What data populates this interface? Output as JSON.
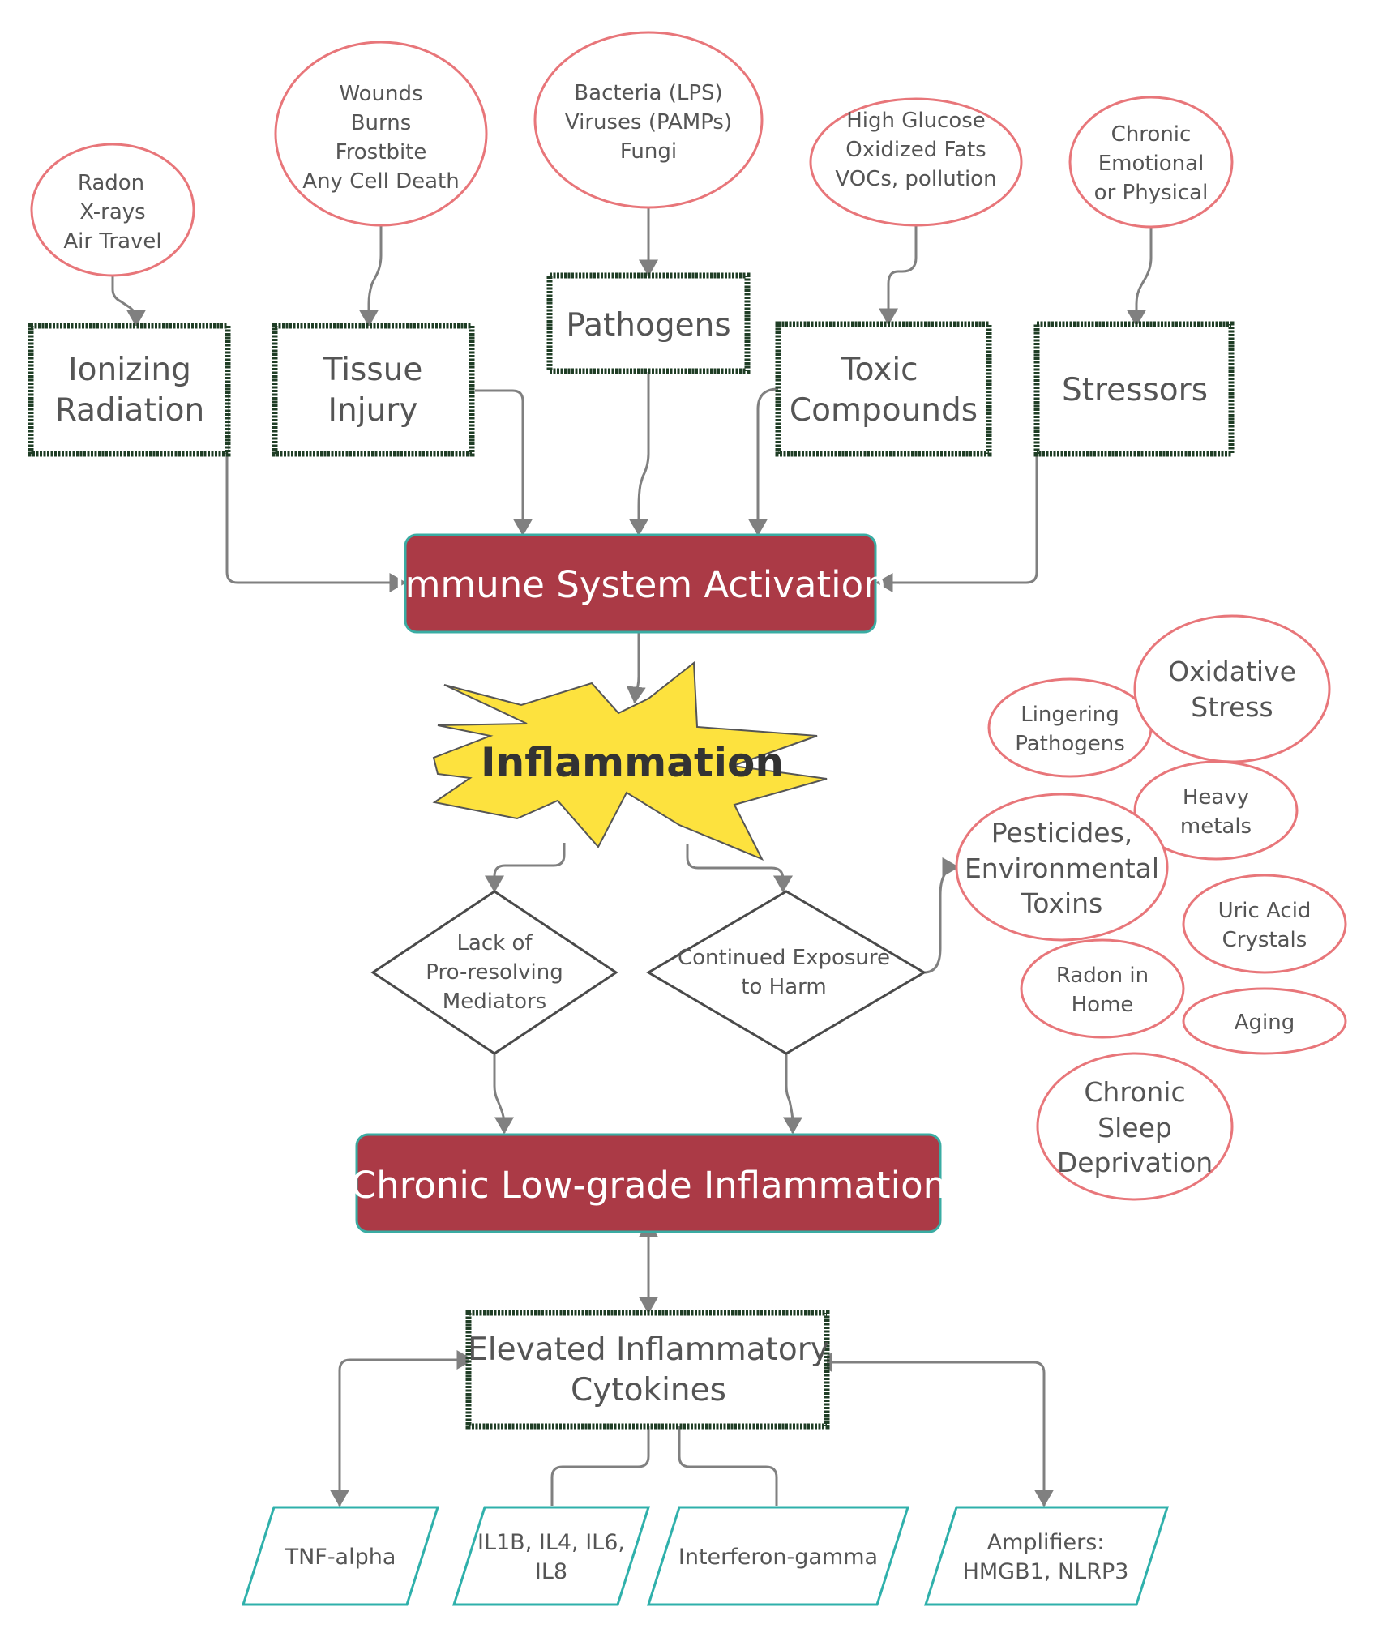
{
  "sources": {
    "radiation_examples": [
      "Radon",
      "X-rays",
      "Air Travel"
    ],
    "injury_examples": [
      "Wounds",
      "Burns",
      "Frostbite",
      "Any Cell Death"
    ],
    "pathogen_examples": [
      "Bacteria (LPS)",
      "Viruses (PAMPs)",
      "Fungi"
    ],
    "toxic_examples": [
      "High Glucose",
      "Oxidized Fats",
      "VOCs, pollution"
    ],
    "stressor_examples": [
      "Chronic",
      "Emotional",
      "or Physical"
    ]
  },
  "triggers": {
    "ionizing_radiation": [
      "Ionizing",
      "Radiation"
    ],
    "tissue_injury": [
      "Tissue",
      "Injury"
    ],
    "pathogens": [
      "Pathogens"
    ],
    "toxic_compounds": [
      "Toxic",
      "Compounds"
    ],
    "stressors": [
      "Stressors"
    ]
  },
  "immune_activation": "Immune System Activation",
  "inflammation": "Inflammation",
  "decisions": {
    "lack_mediators": [
      "Lack of",
      "Pro-resolving",
      "Mediators"
    ],
    "continued_exposure": [
      "Continued Exposure",
      "to Harm"
    ]
  },
  "harms": {
    "lingering_pathogens": [
      "Lingering",
      "Pathogens"
    ],
    "oxidative_stress": [
      "Oxidative",
      "Stress"
    ],
    "heavy_metals": [
      "Heavy",
      "metals"
    ],
    "pesticides": [
      "Pesticides,",
      "Environmental",
      "Toxins"
    ],
    "uric_acid": [
      "Uric Acid",
      "Crystals"
    ],
    "radon_home": [
      "Radon in",
      "Home"
    ],
    "aging": [
      "Aging"
    ],
    "sleep_deprivation": [
      "Chronic",
      "Sleep",
      "Deprivation"
    ]
  },
  "chronic_inflammation": "Chronic Low-grade Inflammation",
  "cytokines": [
    "Elevated Inflammatory",
    "Cytokines"
  ],
  "outputs": {
    "tnf": [
      "TNF-alpha"
    ],
    "interleukins": [
      "IL1B, IL4, IL6,",
      "IL8"
    ],
    "interferon": [
      "Interferon-gamma"
    ],
    "amplifiers": [
      "Amplifiers:",
      "HMGB1, NLRP3"
    ]
  },
  "colors": {
    "oval_stroke": "#e8767a",
    "trigger_border": "#1f3d25",
    "red_box_fill": "#ab3a46",
    "red_box_stroke": "#3aaca3",
    "burst_fill": "#fde23e",
    "parallelogram_stroke": "#2fb0ab",
    "connector": "#808080"
  }
}
